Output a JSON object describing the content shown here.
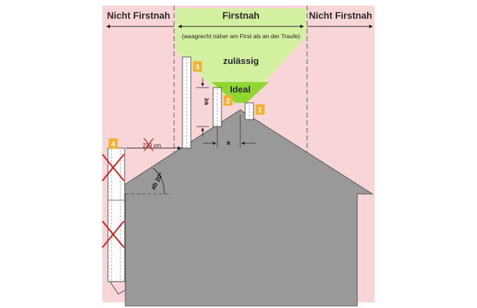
{
  "zones": {
    "left": "Nicht Firstnah",
    "center": "Firstnah",
    "right": "Nicht Firstnah",
    "center_note": "(waagrecht näher am First als an der Traufe)"
  },
  "cone": {
    "allowed_label": "zulässig",
    "ideal_label": "Ideal"
  },
  "badges": [
    "1",
    "2",
    "3",
    "4"
  ],
  "dimensions": {
    "horizontal_distance": "a",
    "height_rule": "≥a",
    "distance_cm": "230 cm",
    "angle": "ab 20°"
  },
  "colors": {
    "zone_background": "#f8d6d7",
    "cone_allowed": "#d3f0a0",
    "cone_ideal": "#8ed831",
    "house": "#999999",
    "badge": "#f2b233",
    "forbidden_cross": "#e01b1b"
  }
}
